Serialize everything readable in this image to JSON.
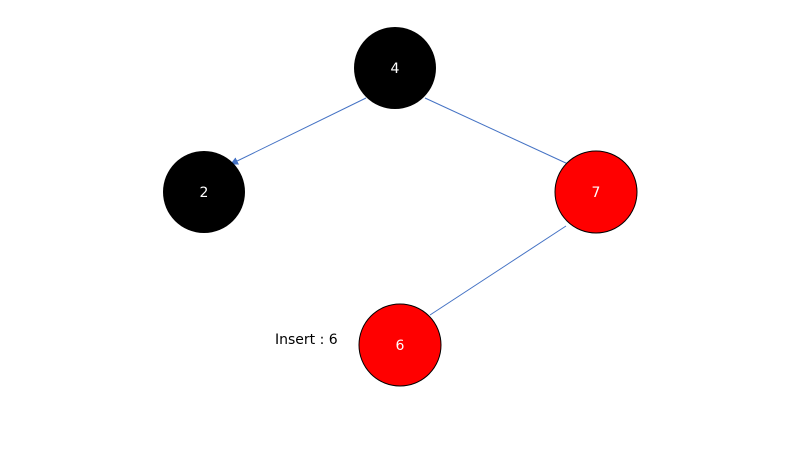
{
  "caption": "Insert : 6",
  "colors": {
    "black_node": "#000000",
    "red_node": "#ff0000",
    "edge": "#4472c4",
    "label": "#ffffff"
  },
  "tree": {
    "nodes": [
      {
        "id": "n4",
        "label": "4",
        "color": "black"
      },
      {
        "id": "n2",
        "label": "2",
        "color": "black"
      },
      {
        "id": "n7",
        "label": "7",
        "color": "red"
      },
      {
        "id": "n6",
        "label": "6",
        "color": "red"
      }
    ],
    "edges": [
      {
        "from": "n4",
        "to": "n2",
        "arrow": true
      },
      {
        "from": "n4",
        "to": "n7",
        "arrow": false
      },
      {
        "from": "n7",
        "to": "n6",
        "arrow": false
      }
    ]
  }
}
